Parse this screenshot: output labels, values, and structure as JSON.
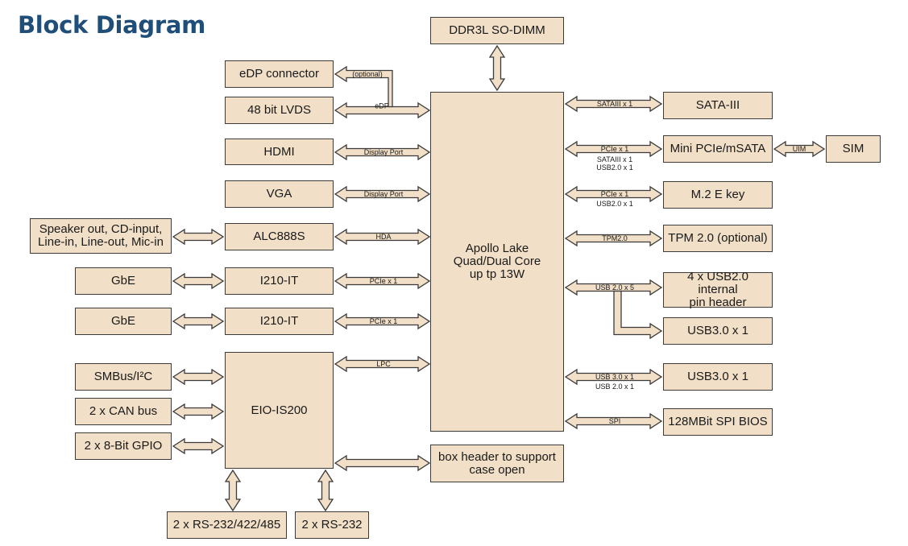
{
  "title": "Block Diagram",
  "colors": {
    "box_fill": "#f1dfc7",
    "stroke": "#3b3b3b",
    "title": "#1f4e79"
  },
  "blocks": {
    "ddr3l": "DDR3L SO-DIMM",
    "edp_connector": "eDP connector",
    "lvds": "48 bit LVDS",
    "hdmi": "HDMI",
    "vga": "VGA",
    "speaker": "Speaker out, CD-input,\nLine-in, Line-out, Mic-in",
    "alc888s": "ALC888S",
    "gbe_1": "GbE",
    "i210_1": "I210-IT",
    "gbe_2": "GbE",
    "i210_2": "I210-IT",
    "smbus": "SMBus/I²C",
    "can_bus": "2 x CAN bus",
    "gpio": "2 x 8-Bit GPIO",
    "eio": "EIO-IS200",
    "rs232_485": "2 x RS-232/422/485",
    "rs232": "2 x RS-232",
    "box_header": "box header to support\ncase open",
    "cpu": "Apollo Lake\nQuad/Dual Core\nup tp 13W",
    "sata3": "SATA-III",
    "mini_pcie": "Mini PCIe/mSATA",
    "sim": "SIM",
    "m2": "M.2 E key",
    "tpm": "TPM 2.0 (optional)",
    "usb2_header": "4 x USB2.0 internal\npin header",
    "usb3_a": "USB3.0 x 1",
    "usb3_b": "USB3.0 x 1",
    "spi_bios": "128MBit SPI BIOS"
  },
  "links": {
    "optional": "(optional)",
    "edp": "eDP",
    "hdmi": "Display Port",
    "vga": "Display Port",
    "hda": "HDA",
    "pcie_1": "PCIe x 1",
    "pcie_2": "PCIe x 1",
    "lpc": "LPC",
    "sata": "SATAIII x 1",
    "mini_pcie": [
      "PCIe x 1",
      "SATAIII x 1",
      "USB2.0 x 1"
    ],
    "uim": "UIM",
    "m2": [
      "PCIe x 1",
      "USB2.0 x 1"
    ],
    "tpm": "TPM2.0",
    "usb2": "USB 2.0 x 5",
    "usb3": [
      "USB 3.0 x 1",
      "USB 2.0 x 1"
    ],
    "spi": "SPI"
  }
}
